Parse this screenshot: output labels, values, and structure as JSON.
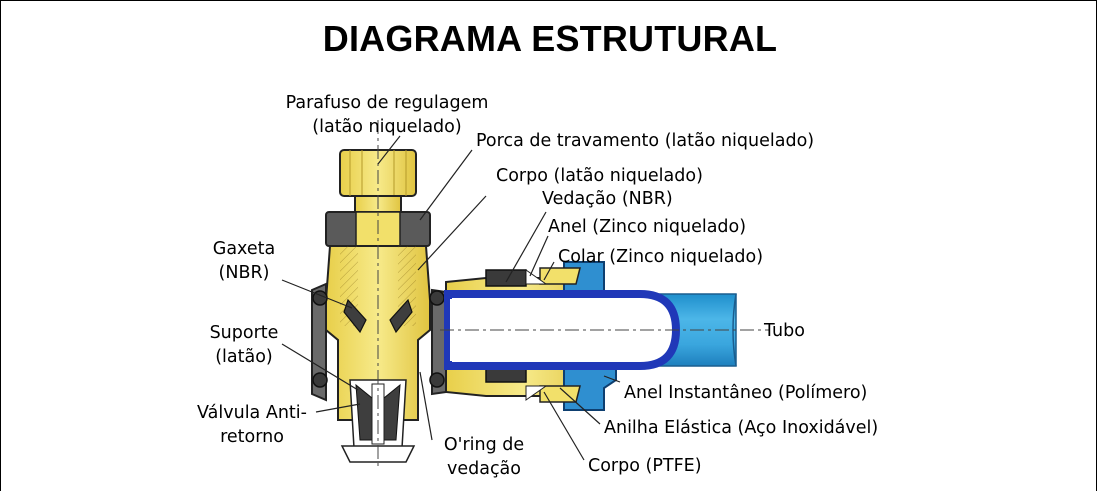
{
  "title": "DIAGRAMA ESTRUTURAL",
  "labels": {
    "parafuso_l1": "Parafuso de regulagem",
    "parafuso_l2": "(latão niquelado)",
    "porca": "Porca de travamento (latão niquelado)",
    "corpo_top": "Corpo  (latão niquelado)",
    "vedacao": "Vedação  (NBR)",
    "anel_zinco": "Anel (Zinco niquelado)",
    "colar": "Colar (Zinco niquelado)",
    "gaxeta_l1": "Gaxeta",
    "gaxeta_l2": "(NBR)",
    "suporte_l1": "Suporte",
    "suporte_l2": "(latão)",
    "valvula_l1": "Válvula  Anti-",
    "valvula_l2": "retorno",
    "oring_l1": "O'ring de",
    "oring_l2": "vedação",
    "tubo": "Tubo",
    "anel_inst": "Anel  Instantâneo (Polímero)",
    "anilha": "Anilha Elástica (Aço Inoxidável)",
    "corpo_ptfe": "Corpo (PTFE)"
  },
  "colors": {
    "brass": "#f2e06a",
    "brass_dark": "#c9a927",
    "grey_dark": "#4a4a4a",
    "grey_mid": "#8a8a8a",
    "tube_blue": "#3aa6de",
    "tube_inner": "#2038b8",
    "collet_blue": "#2f8fd0"
  }
}
